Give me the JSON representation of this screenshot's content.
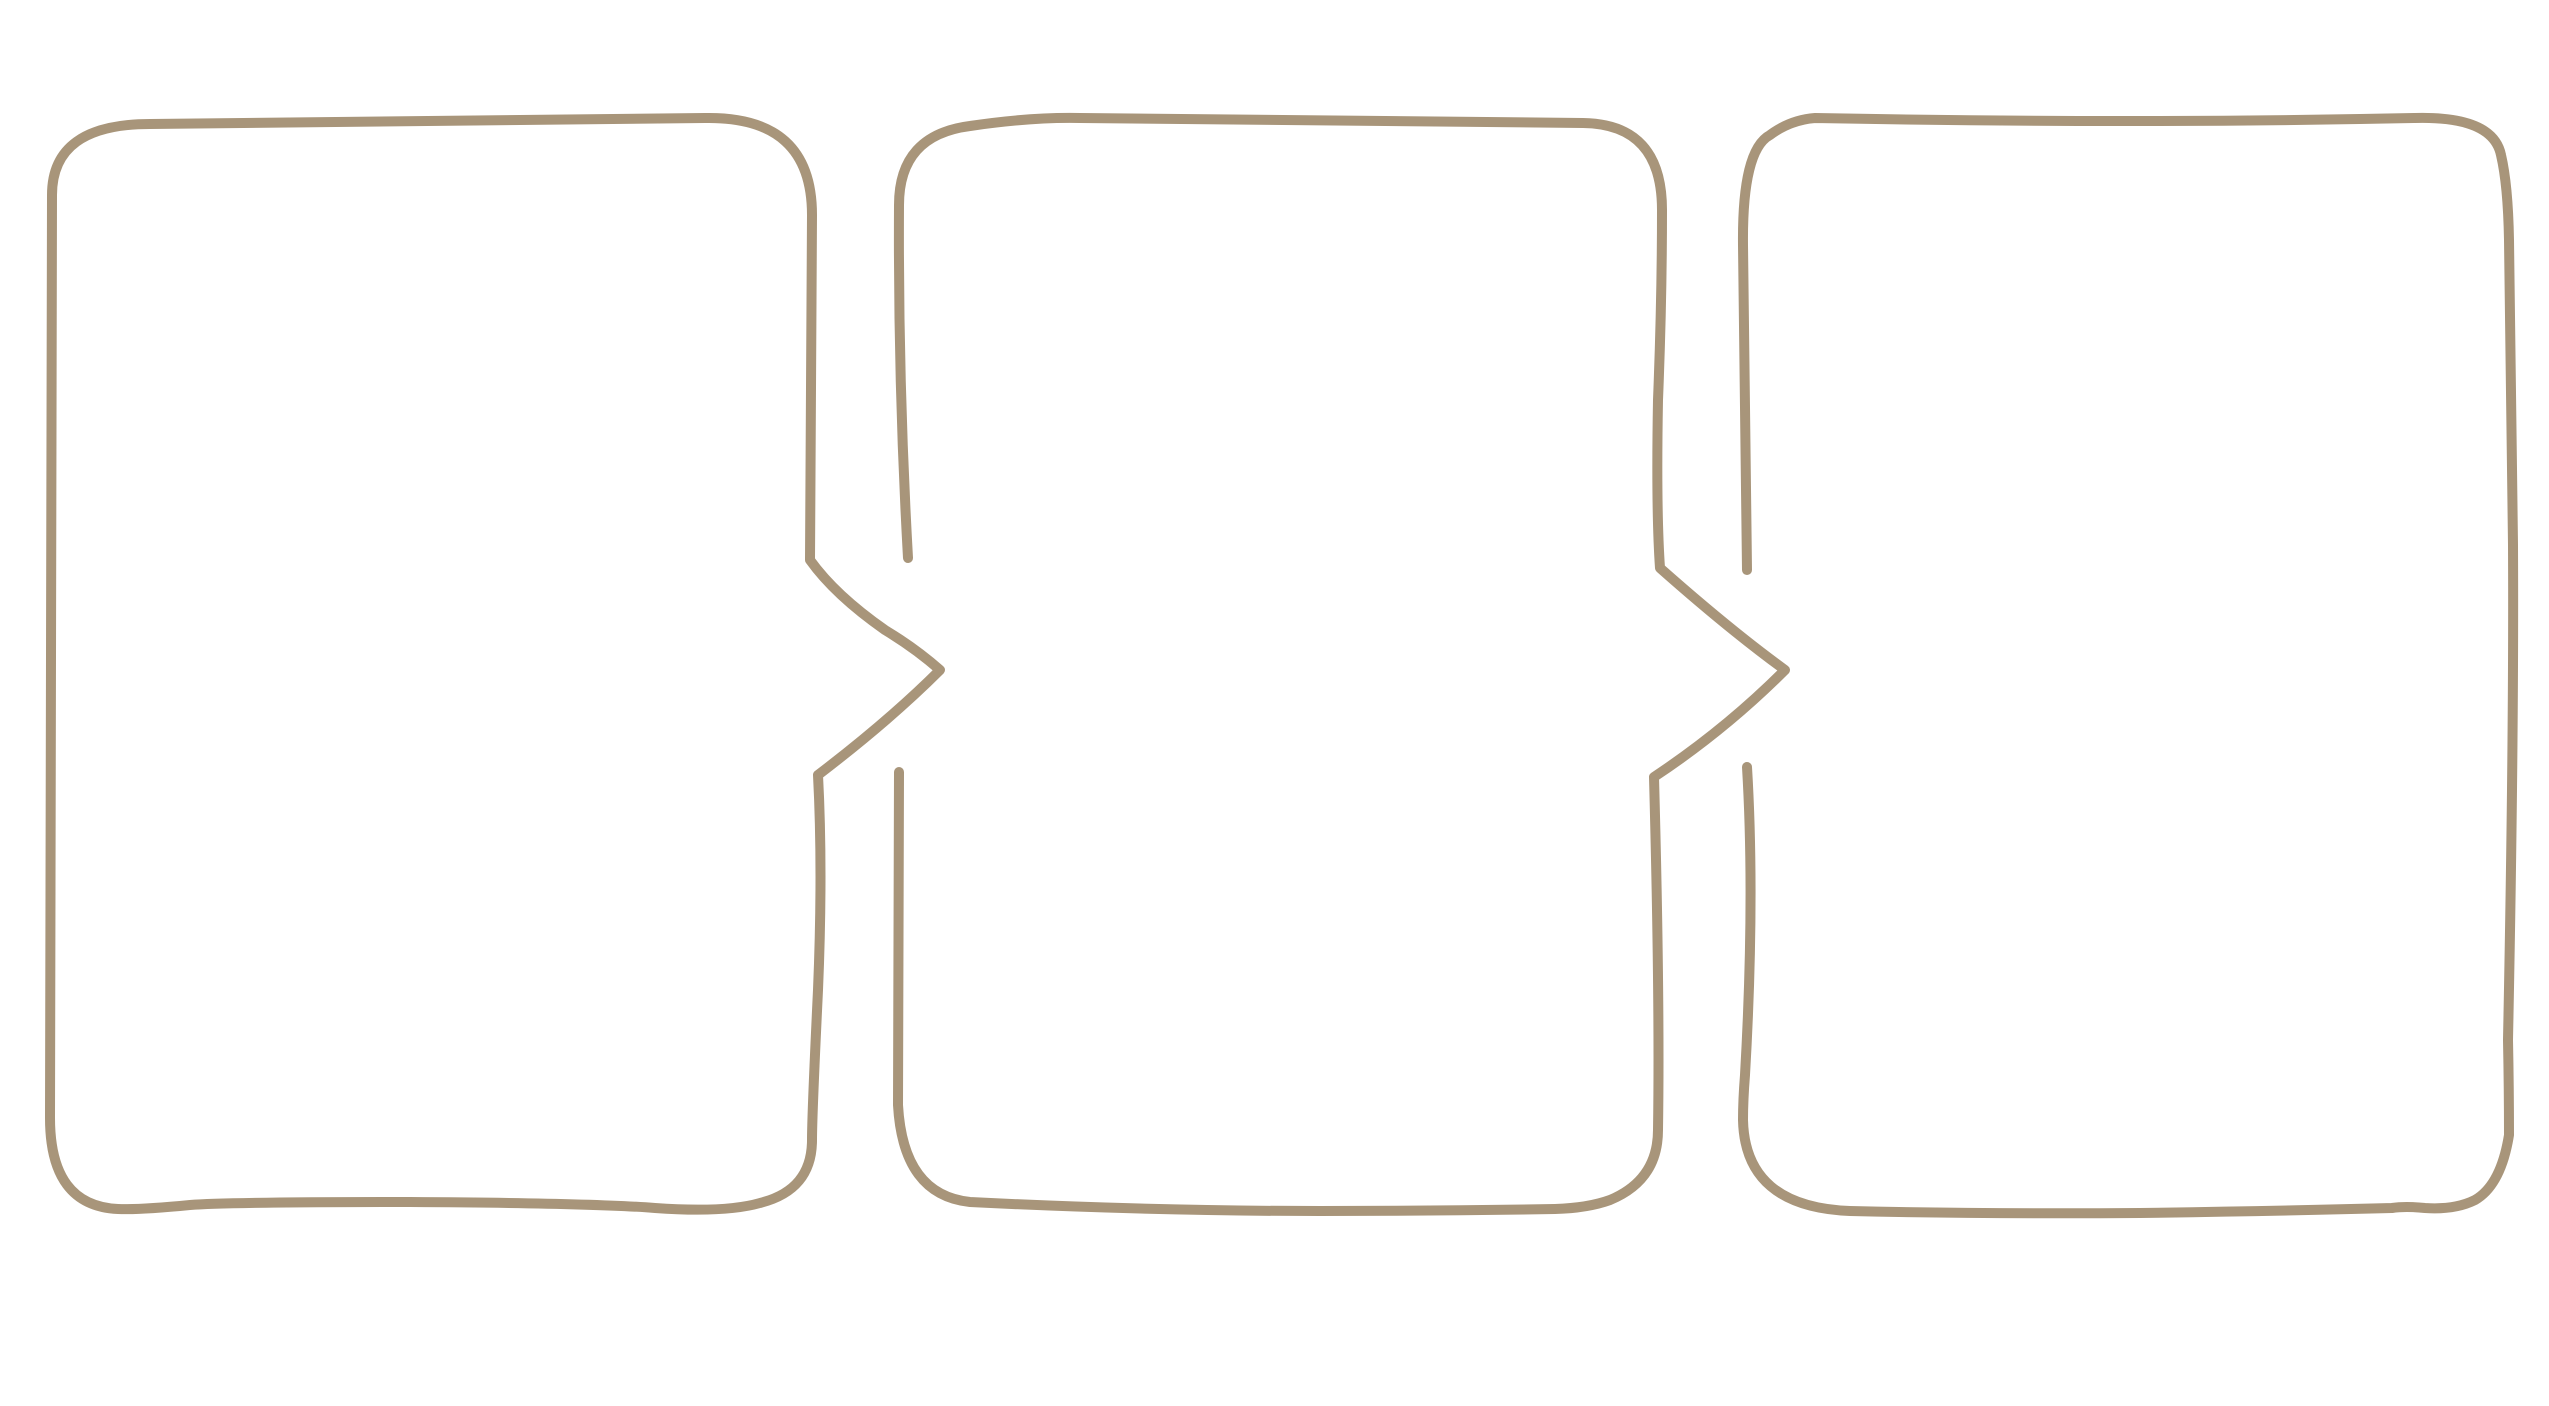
{
  "diagram": {
    "type": "three-panel process flow outline",
    "panel_count": 3,
    "panels": [
      {
        "id": "panel-1",
        "connector_right": "arrow-point"
      },
      {
        "id": "panel-2",
        "connector_left": "notch",
        "connector_right": "arrow-point"
      },
      {
        "id": "panel-3",
        "connector_left": "notch"
      }
    ],
    "colors": {
      "outline": "#a8957a",
      "background": "#ffffff"
    }
  }
}
